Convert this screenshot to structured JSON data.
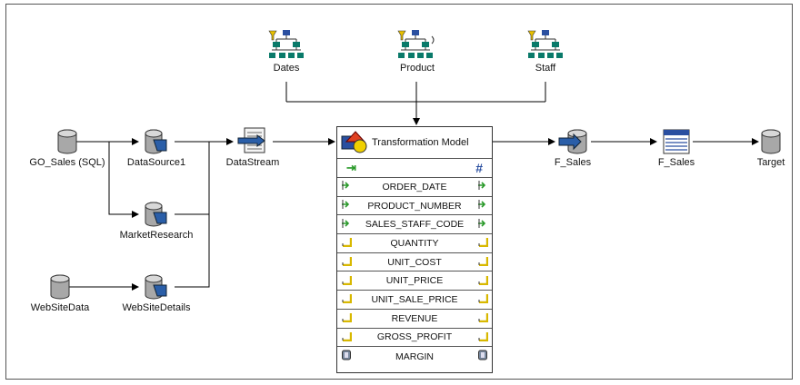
{
  "nodes": {
    "go_sales": "GO_Sales (SQL)",
    "datasource1": "DataSource1",
    "marketresearch": "MarketResearch",
    "websitedata": "WebSiteData",
    "websitedetails": "WebSiteDetails",
    "datastream": "DataStream",
    "dates": "Dates",
    "product": "Product",
    "staff": "Staff",
    "f_sales_1": "F_Sales",
    "f_sales_2": "F_Sales",
    "target": "Target"
  },
  "transformation_model": {
    "title": "Transformation Model",
    "fields": [
      {
        "name": "ORDER_DATE",
        "kind": "key"
      },
      {
        "name": "PRODUCT_NUMBER",
        "kind": "key"
      },
      {
        "name": "SALES_STAFF_CODE",
        "kind": "key"
      },
      {
        "name": "QUANTITY",
        "kind": "measure"
      },
      {
        "name": "UNIT_COST",
        "kind": "measure"
      },
      {
        "name": "UNIT_PRICE",
        "kind": "measure"
      },
      {
        "name": "UNIT_SALE_PRICE",
        "kind": "measure"
      },
      {
        "name": "REVENUE",
        "kind": "measure"
      },
      {
        "name": "GROSS_PROFIT",
        "kind": "measure"
      },
      {
        "name": "MARGIN",
        "kind": "calculated"
      }
    ]
  },
  "colors": {
    "db_gray": "#9a9a9a",
    "db_blue": "#2a5ea8",
    "hier_teal": "#0a7a6a",
    "hier_blue": "#2a4fa0",
    "filter_yellow": "#e8c000",
    "key_green": "#2a9a2a",
    "measure_yellow": "#d8b800"
  }
}
